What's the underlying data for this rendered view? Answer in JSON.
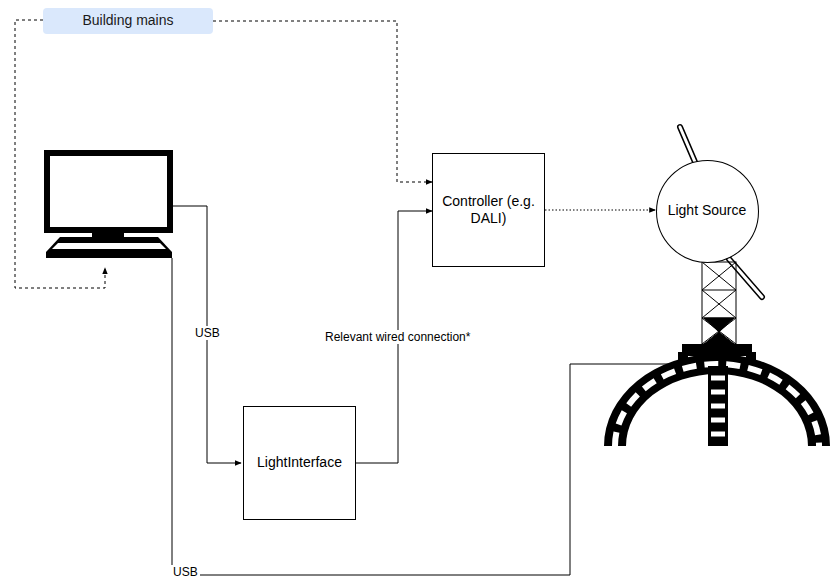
{
  "diagram": {
    "nodes": [
      {
        "text": [
          "Building mains"
        ]
      },
      {
        "text": [
          "Controller (e.g. DALI)"
        ]
      },
      {
        "text": [
          "Light Source"
        ]
      },
      {
        "text": [
          "LightInterface"
        ]
      }
    ],
    "edges": [
      {
        "from": 0,
        "to": 1,
        "arrow": "to"
      },
      {
        "from": 1,
        "to": 2,
        "arrow": "to"
      },
      {
        "from": 3,
        "to": 1,
        "arrow": "to",
        "label": "Relevant wired connection*"
      }
    ],
    "labels": [
      "USB",
      "USB"
    ]
  }
}
